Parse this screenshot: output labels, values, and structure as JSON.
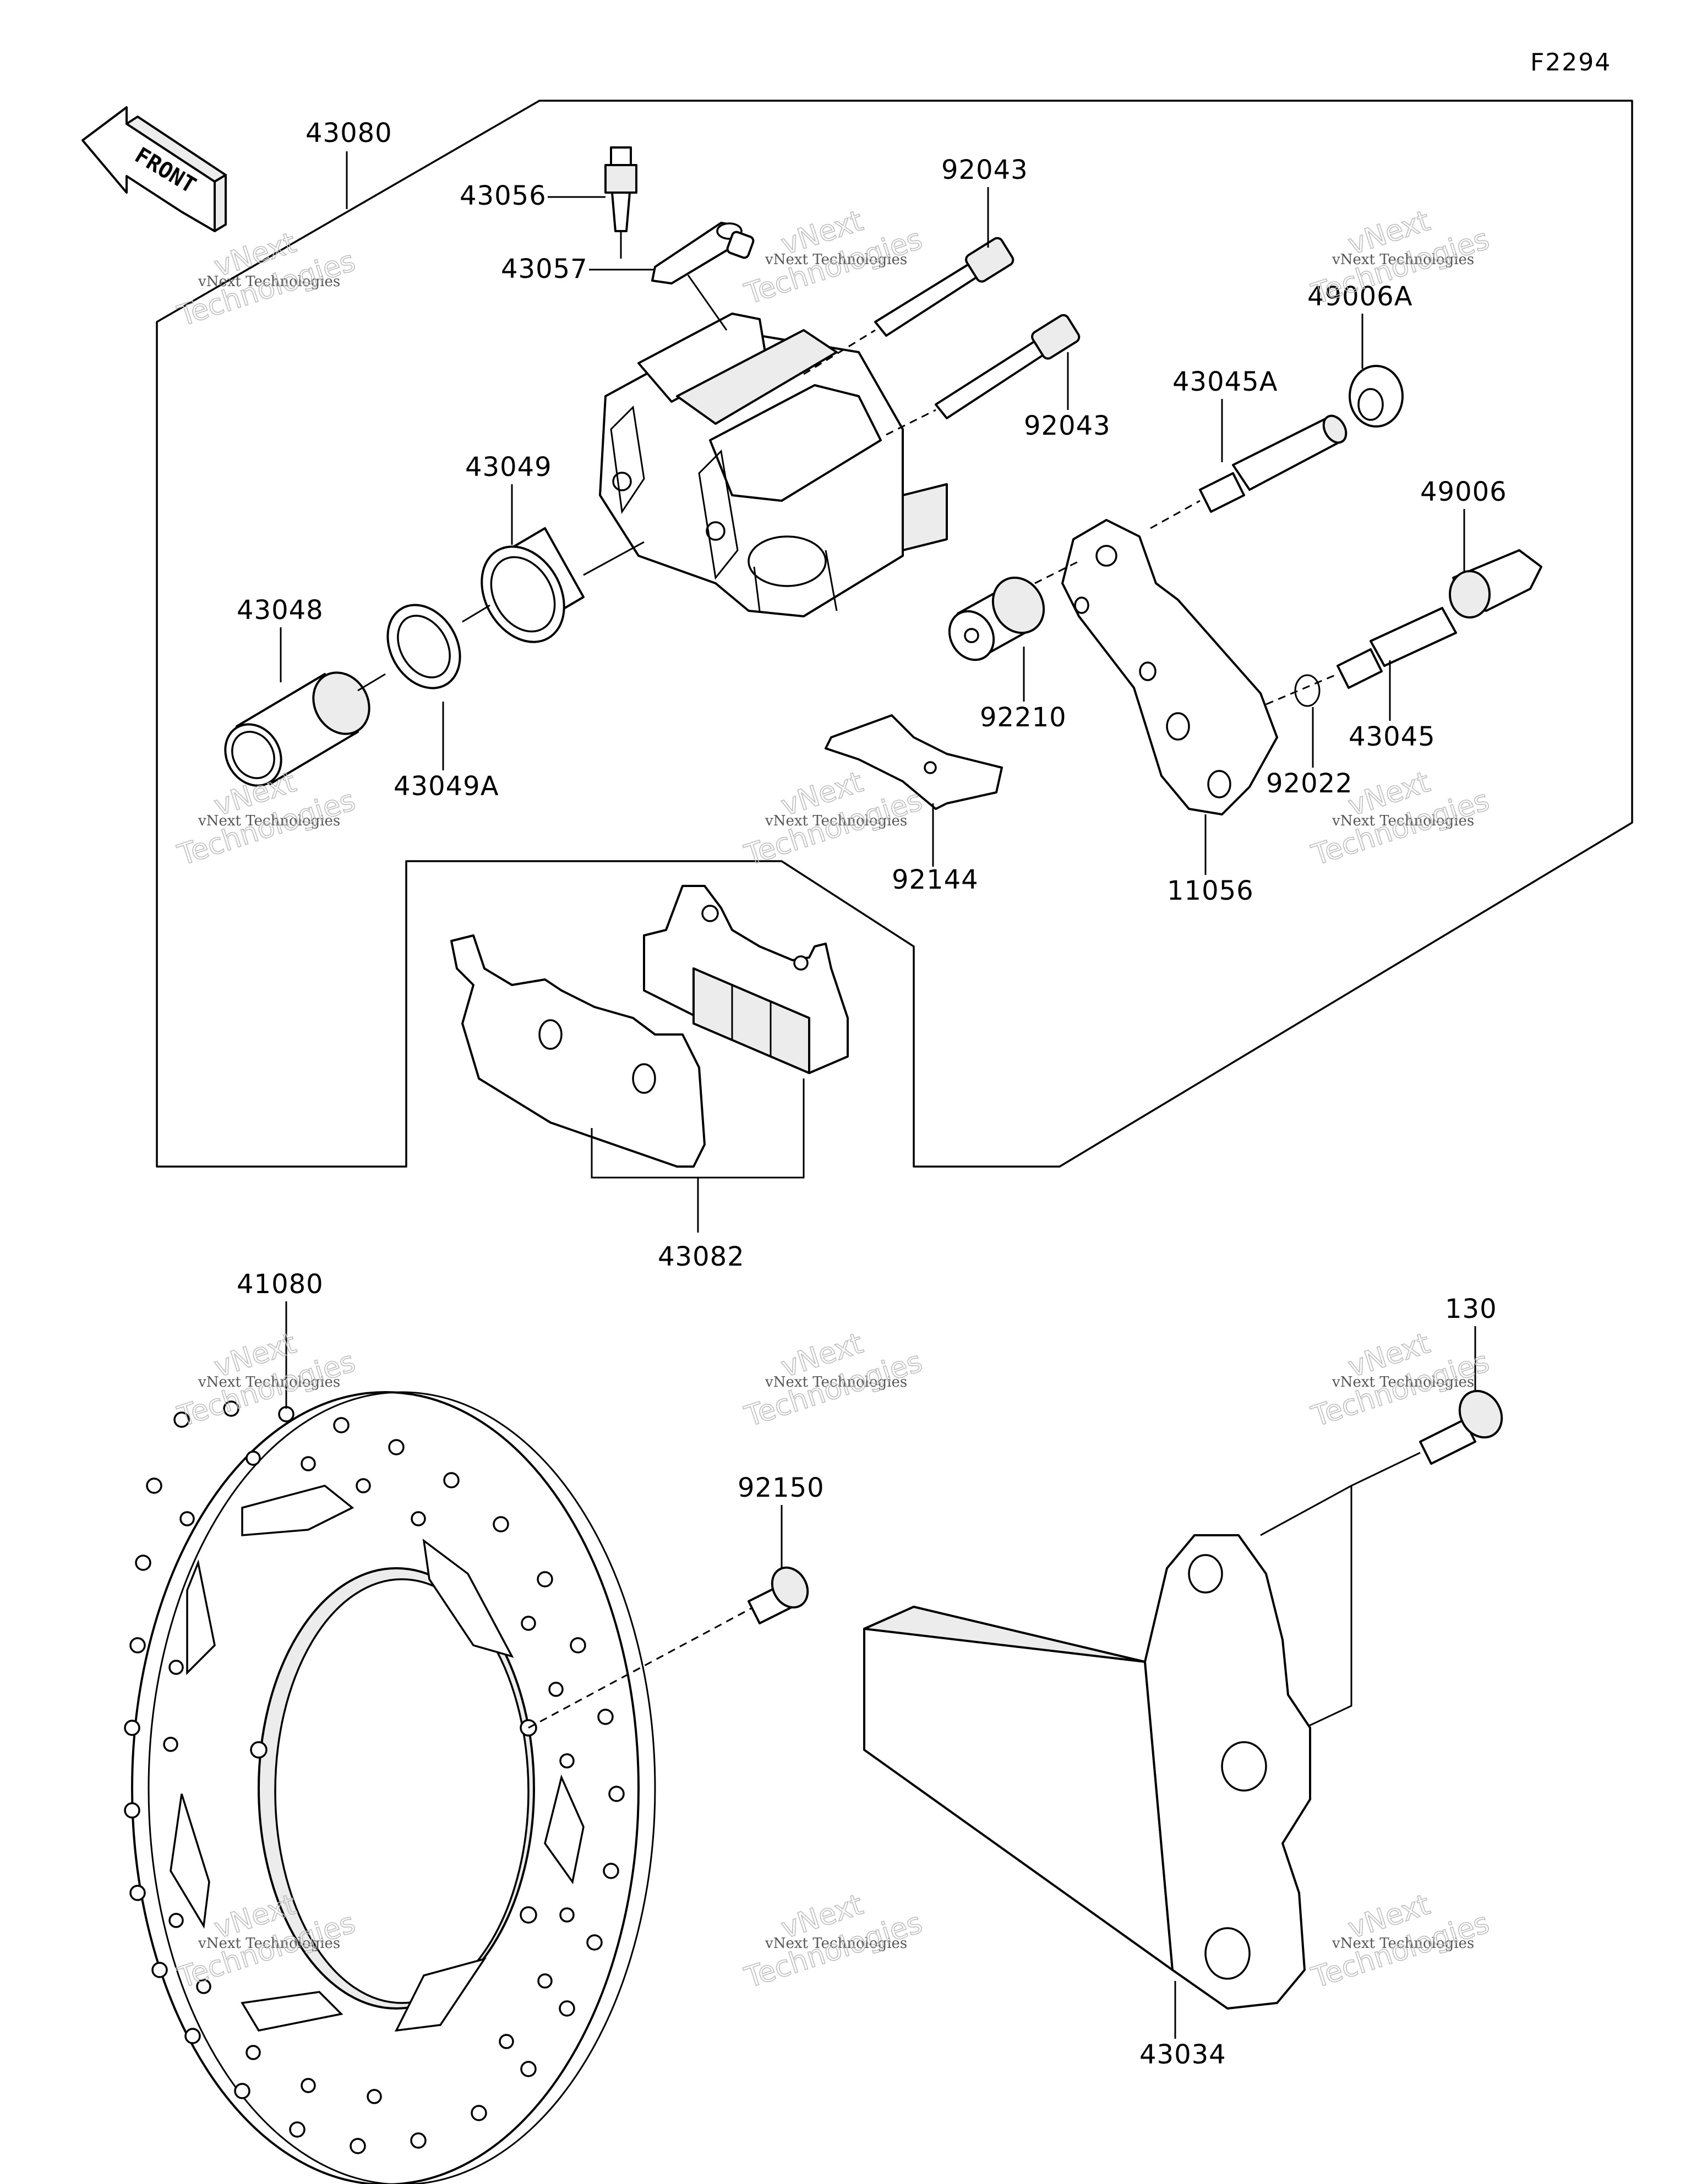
{
  "diagram_code": "F2294",
  "direction_arrow": {
    "label": "FRONT",
    "icon": "front-arrow-icon"
  },
  "parts": [
    {
      "id": "43080"
    },
    {
      "id": "43056"
    },
    {
      "id": "43057"
    },
    {
      "id": "92043"
    },
    {
      "id": "92043"
    },
    {
      "id": "49006A"
    },
    {
      "id": "43045A"
    },
    {
      "id": "43049"
    },
    {
      "id": "49006"
    },
    {
      "id": "43048"
    },
    {
      "id": "92210"
    },
    {
      "id": "43045"
    },
    {
      "id": "43049A"
    },
    {
      "id": "92022"
    },
    {
      "id": "92144"
    },
    {
      "id": "11056"
    },
    {
      "id": "43082"
    },
    {
      "id": "41080"
    },
    {
      "id": "130"
    },
    {
      "id": "92150"
    },
    {
      "id": "43034"
    }
  ],
  "watermark": {
    "line1": "vNext",
    "line2": "Technologies",
    "small": "vNext Technologies"
  }
}
